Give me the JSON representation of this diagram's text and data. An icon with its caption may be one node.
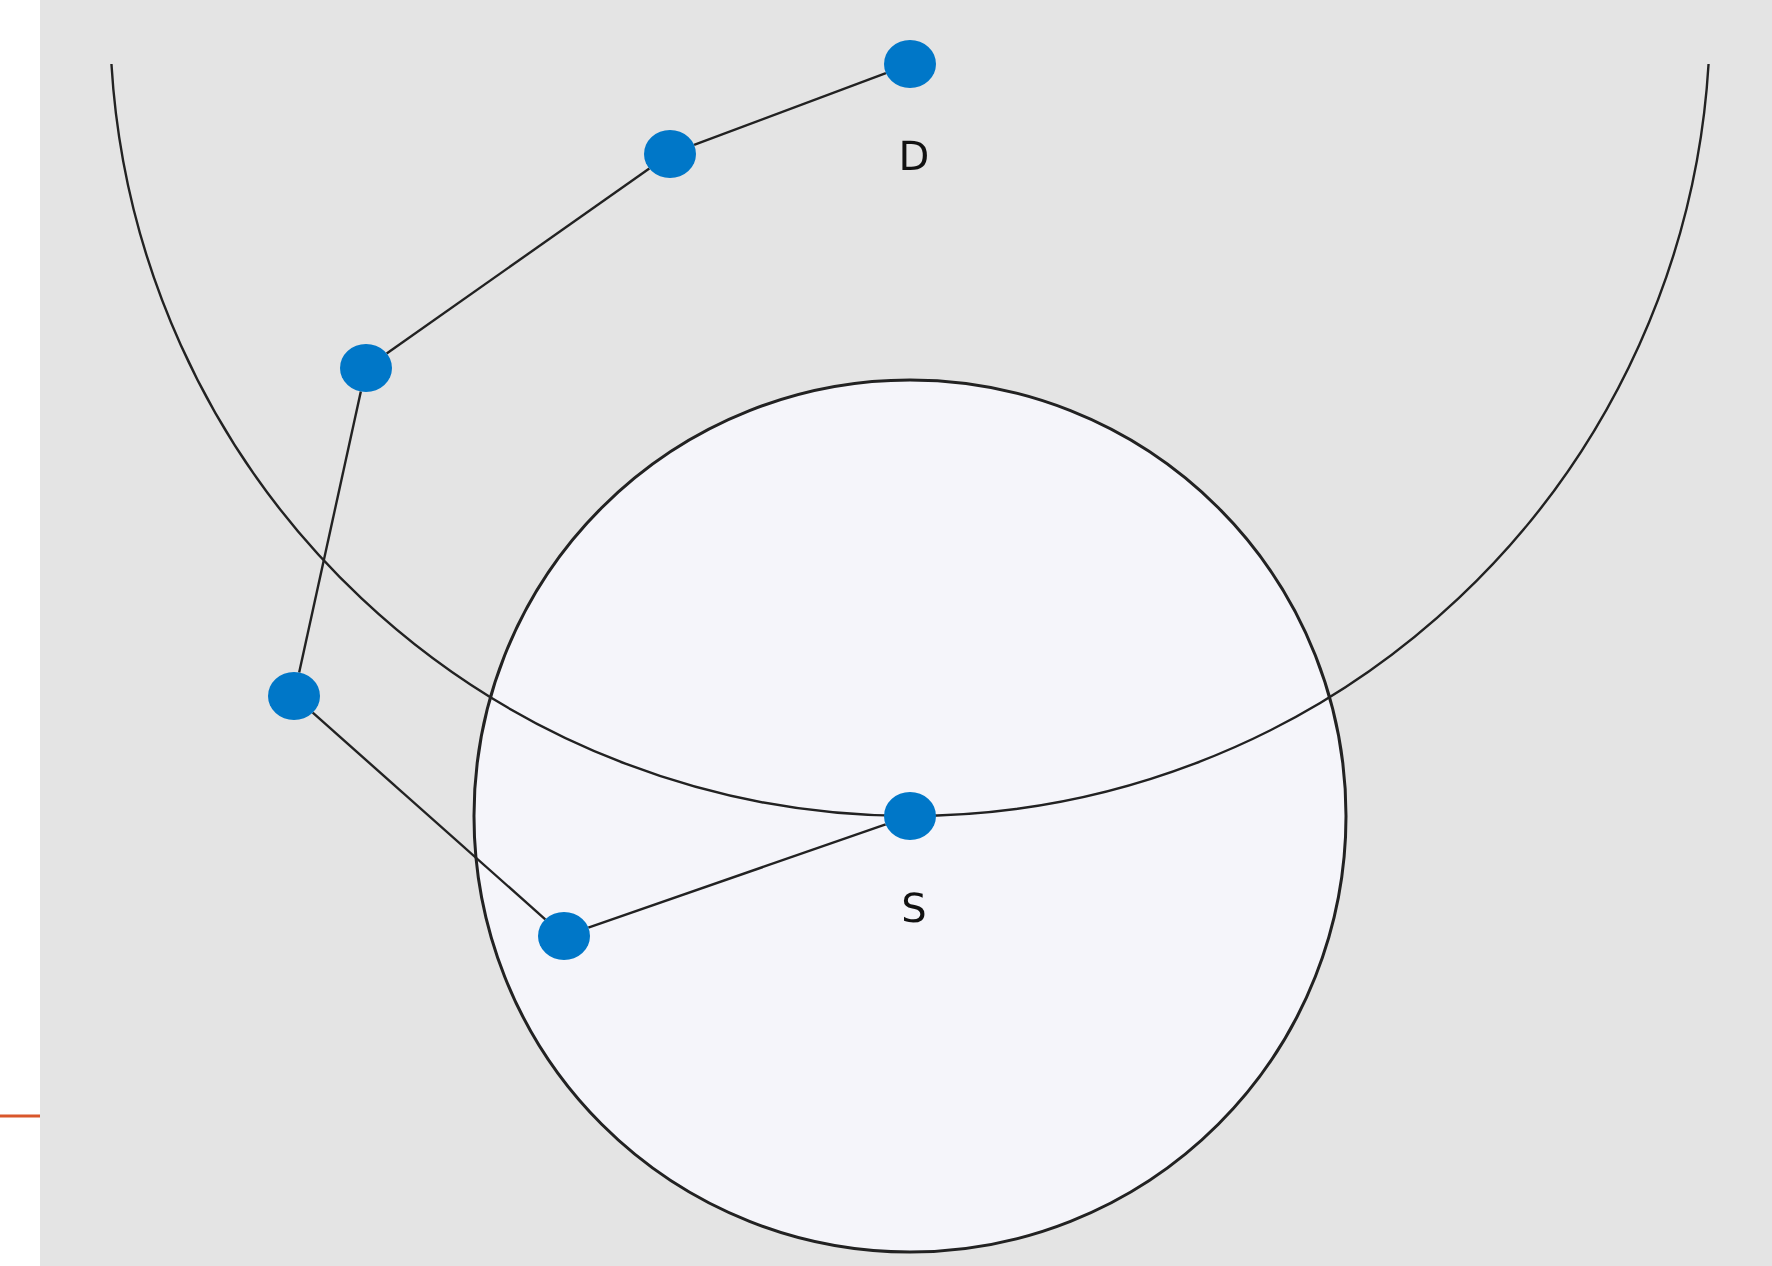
{
  "diagram": {
    "nodes": [
      {
        "text": [],
        "shape": "circle",
        "beside": [
          "D"
        ]
      },
      {
        "text": [],
        "shape": "circle"
      },
      {
        "text": [],
        "shape": "circle"
      },
      {
        "text": [],
        "shape": "circle"
      },
      {
        "text": [],
        "shape": "circle",
        "beside": [
          "S"
        ]
      },
      {
        "text": [],
        "shape": "circle"
      }
    ],
    "edges": [
      {
        "from": 0,
        "to": 1,
        "arrow": "none"
      },
      {
        "from": 1,
        "to": 2,
        "arrow": "none"
      },
      {
        "from": 2,
        "to": 3,
        "arrow": "none"
      },
      {
        "from": 3,
        "to": 5,
        "arrow": "none"
      },
      {
        "from": 5,
        "to": 4,
        "arrow": "none"
      }
    ]
  }
}
